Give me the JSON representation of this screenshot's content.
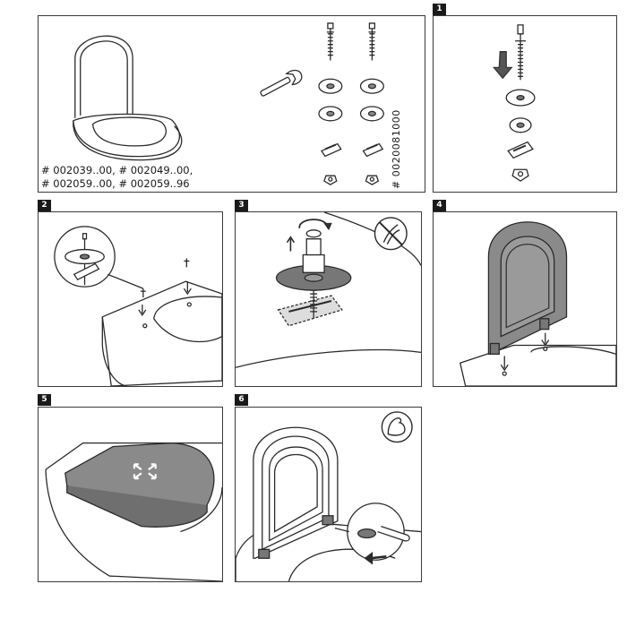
{
  "steps": [
    "1",
    "2",
    "3",
    "4",
    "5",
    "6"
  ],
  "overview": {
    "model_lines": [
      "# 002039..00, # 002049..00,",
      "# 002059..00, # 002059..96"
    ],
    "kit_number": "# 0020081000"
  },
  "icons": {
    "step3": "no-pliers-icon",
    "step6": "strong-arm-icon",
    "step5": "adjust-arrows-icon"
  },
  "colors": {
    "line": "#2a2a2a",
    "seat_fill": "#8a8a8a",
    "seat_dark": "#6f6f6f",
    "label_bg": "#1a1a1a"
  }
}
